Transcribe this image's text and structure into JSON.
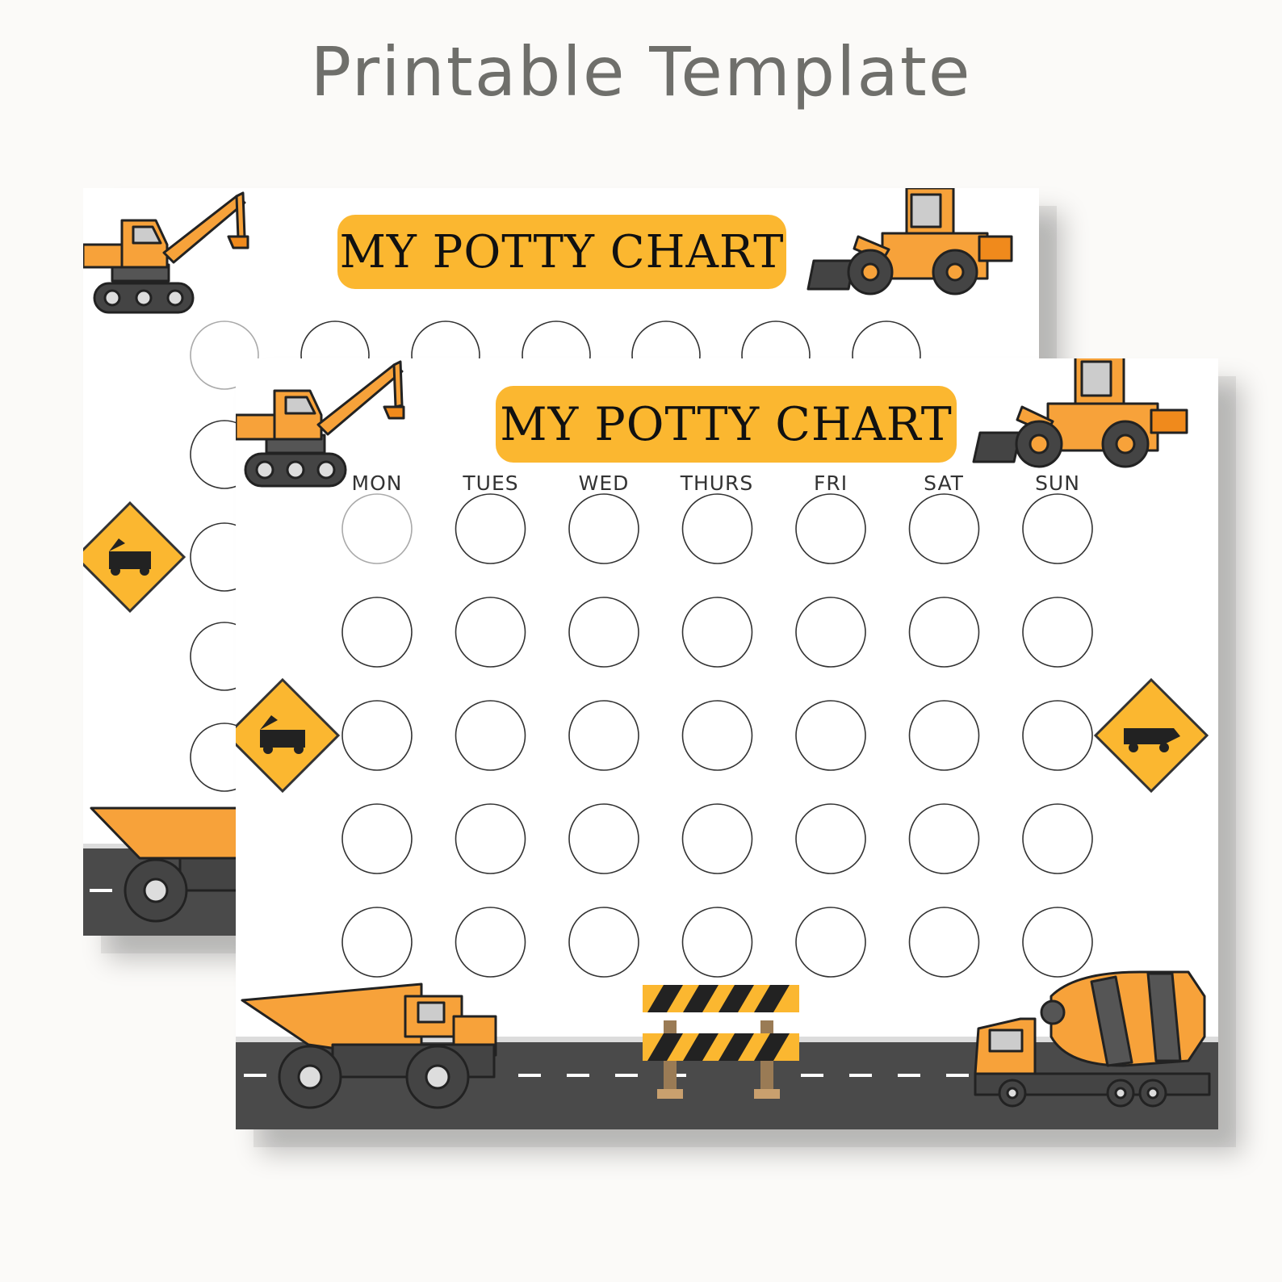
{
  "heading": "Printable Template",
  "chart_title": "MY POTTY CHART",
  "days": [
    "MON",
    "TUES",
    "WED",
    "THURS",
    "FRI",
    "SAT",
    "SUN"
  ],
  "grid": {
    "rows": 5,
    "columns": 7
  },
  "colors": {
    "accent": "#fbb730",
    "machine_orange": "#f7a23a",
    "road": "#4a4a4a",
    "heading_gray": "#6f6f6b"
  },
  "icons": [
    "excavator-icon",
    "wheel-loader-icon",
    "dump-truck-icon",
    "cement-mixer-icon",
    "road-barrier-icon",
    "construction-sign-icon"
  ]
}
